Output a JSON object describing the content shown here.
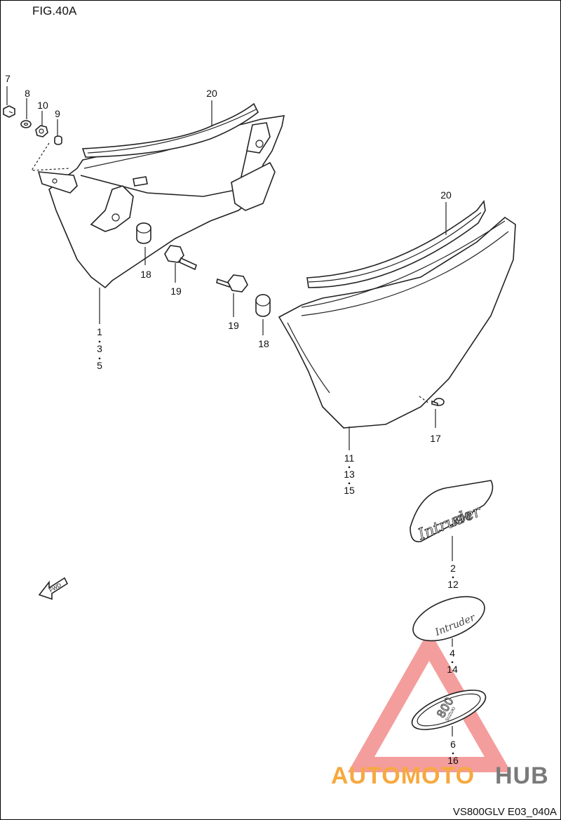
{
  "figure_title": "FIG.40A",
  "drawing_code": "VS800GLV E03_040A",
  "fwd_label": "FWD",
  "emblem_script": "Intruder",
  "emblem_model": "800",
  "badge_text": "SUZUKI",
  "watermark": {
    "auto": "AUTOMOTO",
    "hub": "HUB",
    "accent_color": "#f6a93f",
    "triangle_color": "#f28c8c",
    "hub_color": "#7a7a7a"
  },
  "callouts": {
    "c7": "7",
    "c8": "8",
    "c10": "10",
    "c9": "9",
    "c20a": "20",
    "c20b": "20",
    "c18a": "18",
    "c19a": "19",
    "c19b": "19",
    "c18b": "18",
    "left_cover": [
      "1",
      "3",
      "5"
    ],
    "right_cover": [
      "11",
      "13",
      "15"
    ],
    "c17": "17",
    "emblem_a": [
      "2",
      "12"
    ],
    "emblem_b": [
      "4",
      "14"
    ],
    "emblem_c": [
      "6",
      "16"
    ]
  }
}
